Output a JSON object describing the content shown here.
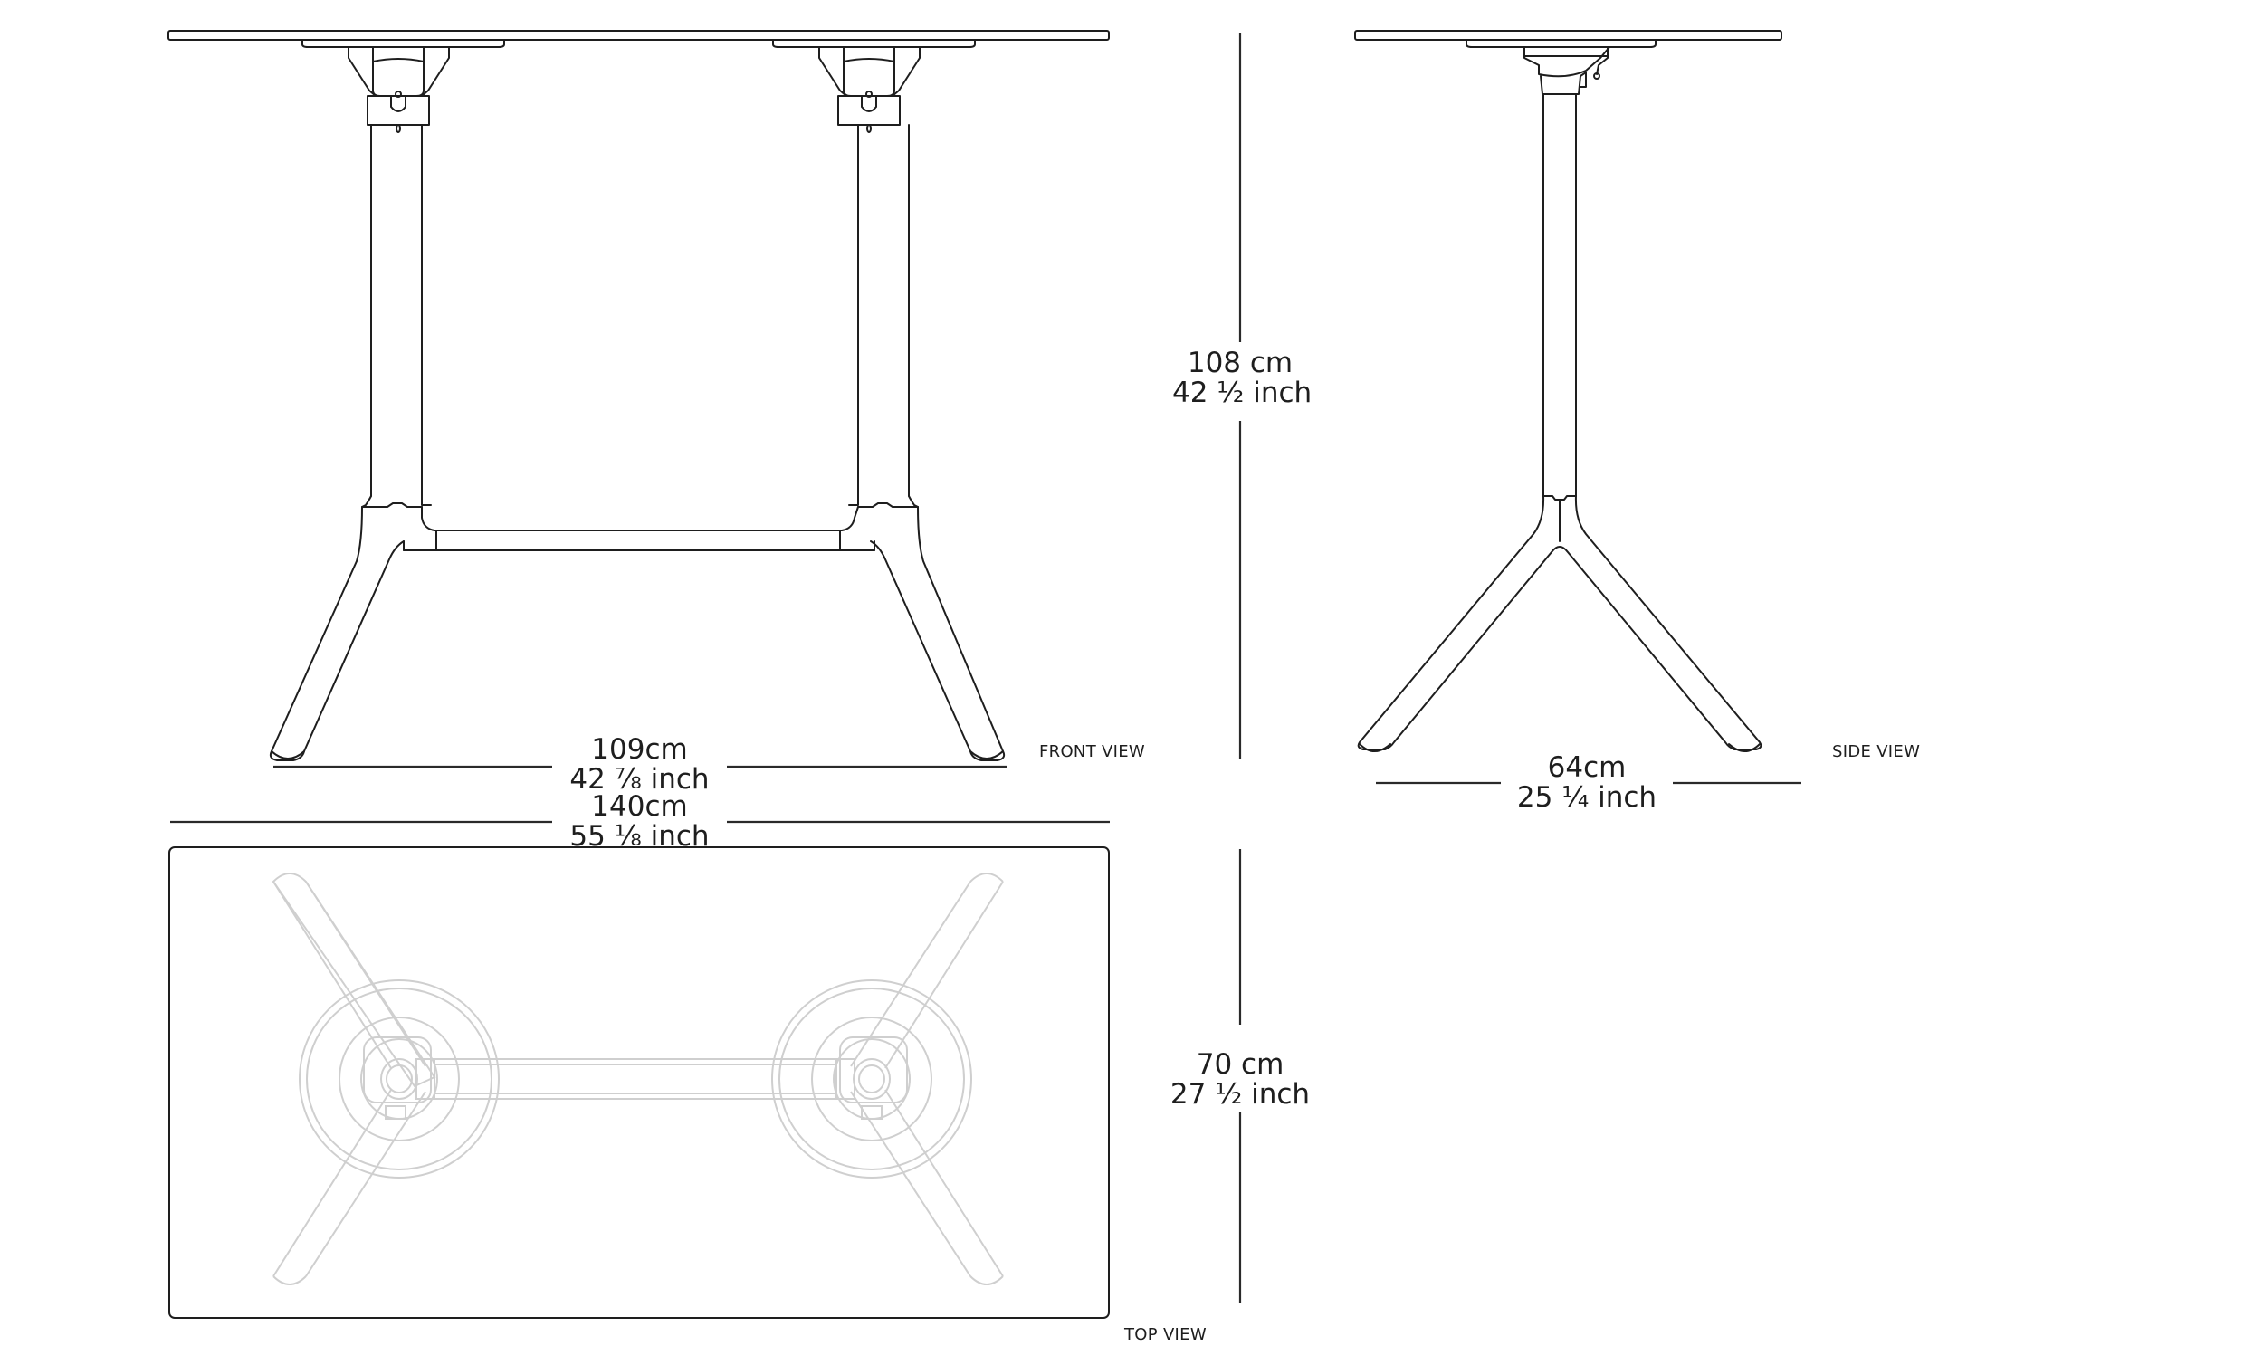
{
  "drawing": {
    "type": "technical-dimension-drawing",
    "subject": "folding high table"
  },
  "views": {
    "front": {
      "label": "FRONT VIEW",
      "leg_span": {
        "cm": "109cm",
        "inch": "42 ⅞ inch"
      },
      "height": {
        "cm": "108 cm",
        "inch": "42 ½ inch"
      }
    },
    "side": {
      "label": "SIDE VIEW",
      "leg_span": {
        "cm": "64cm",
        "inch": "25 ¼ inch"
      }
    },
    "top": {
      "label": "TOP VIEW",
      "length": {
        "cm": "140cm",
        "inch": "55 ⅛ inch"
      },
      "depth": {
        "cm": "70 cm",
        "inch": "27 ½ inch"
      }
    }
  },
  "colors": {
    "ink": "#1e1e1e",
    "ghost": "#cfcfcf",
    "background": "#ffffff"
  }
}
